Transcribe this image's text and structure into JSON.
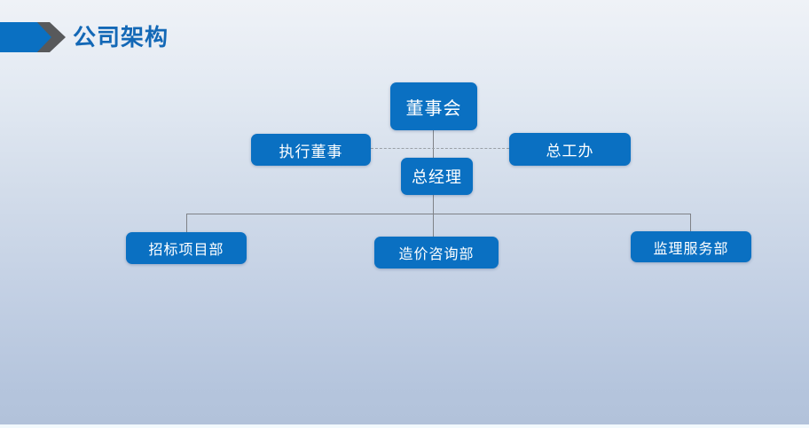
{
  "slide": {
    "title": "公司架构"
  },
  "org_chart": {
    "nodes": [
      {
        "id": "board",
        "label": "董事会",
        "level": 1
      },
      {
        "id": "executive-director",
        "label": "执行董事",
        "level": 2
      },
      {
        "id": "chief-engineer-office",
        "label": "总工办",
        "level": 2
      },
      {
        "id": "general-manager",
        "label": "总经理",
        "level": 2
      },
      {
        "id": "bidding-project-dept",
        "label": "招标项目部",
        "level": 3
      },
      {
        "id": "cost-consulting-dept",
        "label": "造价咨询部",
        "level": 3
      },
      {
        "id": "supervision-service-dept",
        "label": "监理服务部",
        "level": 3
      }
    ]
  },
  "colors": {
    "node_fill": "#0a70c2",
    "node_text": "#ffffff",
    "title_text": "#1368b6",
    "header_arrow_blue": "#0a70c2",
    "header_arrow_gray": "#58595b",
    "connector_solid": "#7f8287",
    "connector_dashed": "#9aa0a6",
    "background_top": "#eff2f7",
    "background_bottom": "#b2c2da"
  }
}
